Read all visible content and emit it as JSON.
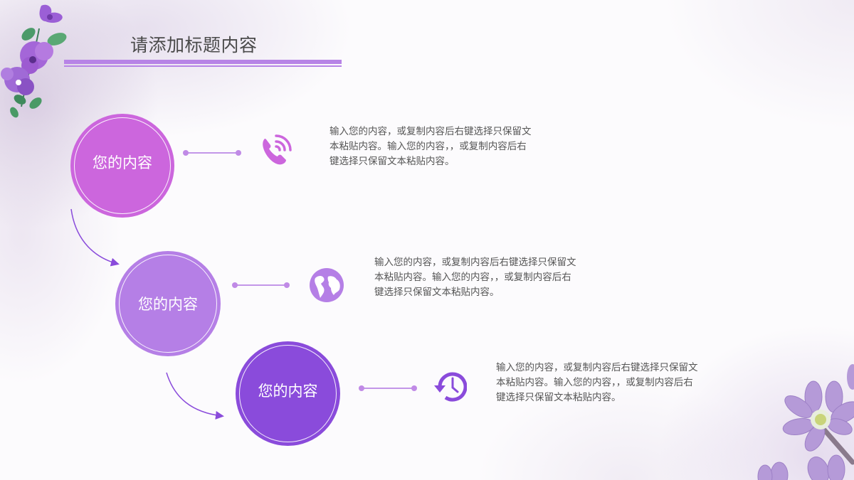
{
  "slide": {
    "title": "请添加标题内容",
    "accent_colors": {
      "title_bar": "#b784e6",
      "step1": "#cc66dd",
      "step2": "#b57fe6",
      "step3": "#8a4bdb",
      "connector": "#c396e8",
      "body_text": "#555555"
    }
  },
  "steps": [
    {
      "label": "您的内容",
      "icon": "phone-call-icon",
      "description_lines": [
        "输入您的内容，或复制内容后右键选择只保留文",
        "本粘贴内容。输入您的内容，，或复制内容后右",
        "键选择只保留文本粘贴内容。"
      ]
    },
    {
      "label": "您的内容",
      "icon": "globe-icon",
      "description_lines": [
        "输入您的内容，或复制内容后右键选择只保留文",
        "本粘贴内容。输入您的内容，，或复制内容后右",
        "键选择只保留文本粘贴内容。"
      ]
    },
    {
      "label": "您的内容",
      "icon": "history-clock-icon",
      "description_lines": [
        "输入您的内容，或复制内容后右键选择只保留文",
        "本粘贴内容。输入您的内容，，或复制内容后右",
        "键选择只保留文本粘贴内容。"
      ]
    }
  ],
  "decorations": {
    "top_left": "purple-flower-sprig-icon",
    "bottom_right": "purple-anemone-flowers-icon"
  }
}
